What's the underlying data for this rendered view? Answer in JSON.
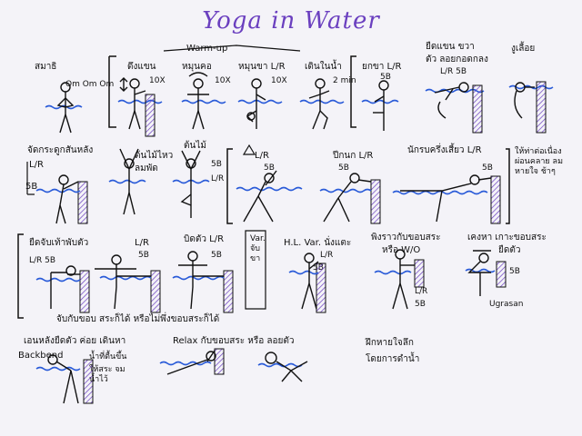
{
  "title": "Yoga in Water",
  "colors": {
    "title": "#6a3fbf",
    "water": "#2a5bd8",
    "wall_hatch": "#6a3fbf",
    "ink": "#111111"
  },
  "labels": {
    "warmup": "Warm-up",
    "om": "Om Om Om",
    "r1_stand": "สมาธิ",
    "r1_a": "ดึงแขน",
    "r1_b": "หมุนคอ",
    "r1_c": "หมุนขา L/R",
    "r1_d": "เดินในน้ำ",
    "r1_e": "ยกขา L/R",
    "r1_f": "ยืดแขน ขวา",
    "r1_f2": "ตัว ลอยกอดกลง",
    "r1_g": "งูเลื้อย",
    "rep10x_a": "10X",
    "rep10x_b": "10X",
    "rep10x_c": "10X",
    "two_min": "2 min",
    "r1_e_reps": "5B",
    "r1_f_reps": "L/R 5B",
    "r2_a": "จัดกระดูกสันหลัง",
    "r2_a_side": "L/R",
    "r2_a_reps": "5B",
    "r2_b": "ต้นไม้ไหว",
    "r2_b2": "ลมพัด",
    "r2_c": "ต้นไม้",
    "r2_c_reps": "5B",
    "r2_c_side": "L/R",
    "r2_d": "L/R",
    "r2_d_reps": "5B",
    "r2_e": "ปีกนก L/R",
    "r2_e_reps": "5B",
    "r2_f": "นักรบครึ่งเสี้ยว L/R",
    "r2_f_reps": "5B",
    "r2_side_note": "ให้ท่าต่อเนื่อง ผ่อนคลาย ลมหายใจ ช้าๆ",
    "r3_a": "ยืดจับเท้าพับตัว",
    "r3_a_side": "L/R 5B",
    "r3_b": "L/R",
    "r3_b_reps": "5B",
    "r3_c": "บิดตัว L/R",
    "r3_c_reps": "5B",
    "r3_var": "Var. จับขา",
    "r3_d": "H.L. Var. นั่งแตะ",
    "r3_d_side": "L/R",
    "r3_d_reps": "5B",
    "r3_e": "พิงราวกับขอบสระ",
    "r3_e2": "หรือ W/O",
    "r3_e_side": "L/R",
    "r3_e_reps": "5B",
    "r3_f": "เคงหา เกาะขอบสระ",
    "r3_f2": "ยืดตัว",
    "r3_f_reps": "5B",
    "r3_f_name": "Ugrasan",
    "r3_foot": "จับกับขอบ สระก็ได้ หรือไม่พึ่งขอบสระก็ได้",
    "r4_a": "เอนหลังยืดตัว ค่อย เดินหา",
    "r4_a2": "Backbend",
    "r4_a3": "น้ำที่ตื้นขึ้น",
    "r4_a4": "ให้สระ จมน้ำไว้",
    "r4_b": "Relax กับขอบสระ หรือ ลอยตัว",
    "r4_c": "ฝึกหายใจลึก",
    "r4_c2": "โดยการดำน้ำ"
  }
}
